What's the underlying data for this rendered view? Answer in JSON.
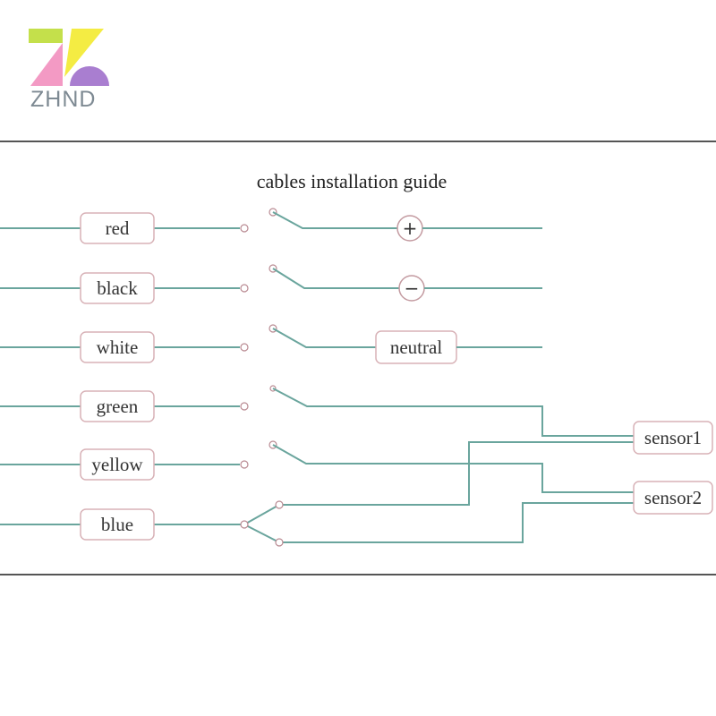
{
  "brand": {
    "name": "ZHND",
    "colors": [
      "#c4e04b",
      "#f4ec43",
      "#f39ac4",
      "#a97ed0"
    ]
  },
  "diagram": {
    "title": "cables installation guide",
    "wires": [
      {
        "label": "red"
      },
      {
        "label": "black"
      },
      {
        "label": "white"
      },
      {
        "label": "green"
      },
      {
        "label": "yellow"
      },
      {
        "label": "blue"
      }
    ],
    "terminals": {
      "positive": "+",
      "negative": "−",
      "neutral": "neutral",
      "sensor1": "sensor1",
      "sensor2": "sensor2"
    },
    "colors": {
      "wire": "#6aa59d",
      "box_border": "#d8b2b7"
    }
  }
}
